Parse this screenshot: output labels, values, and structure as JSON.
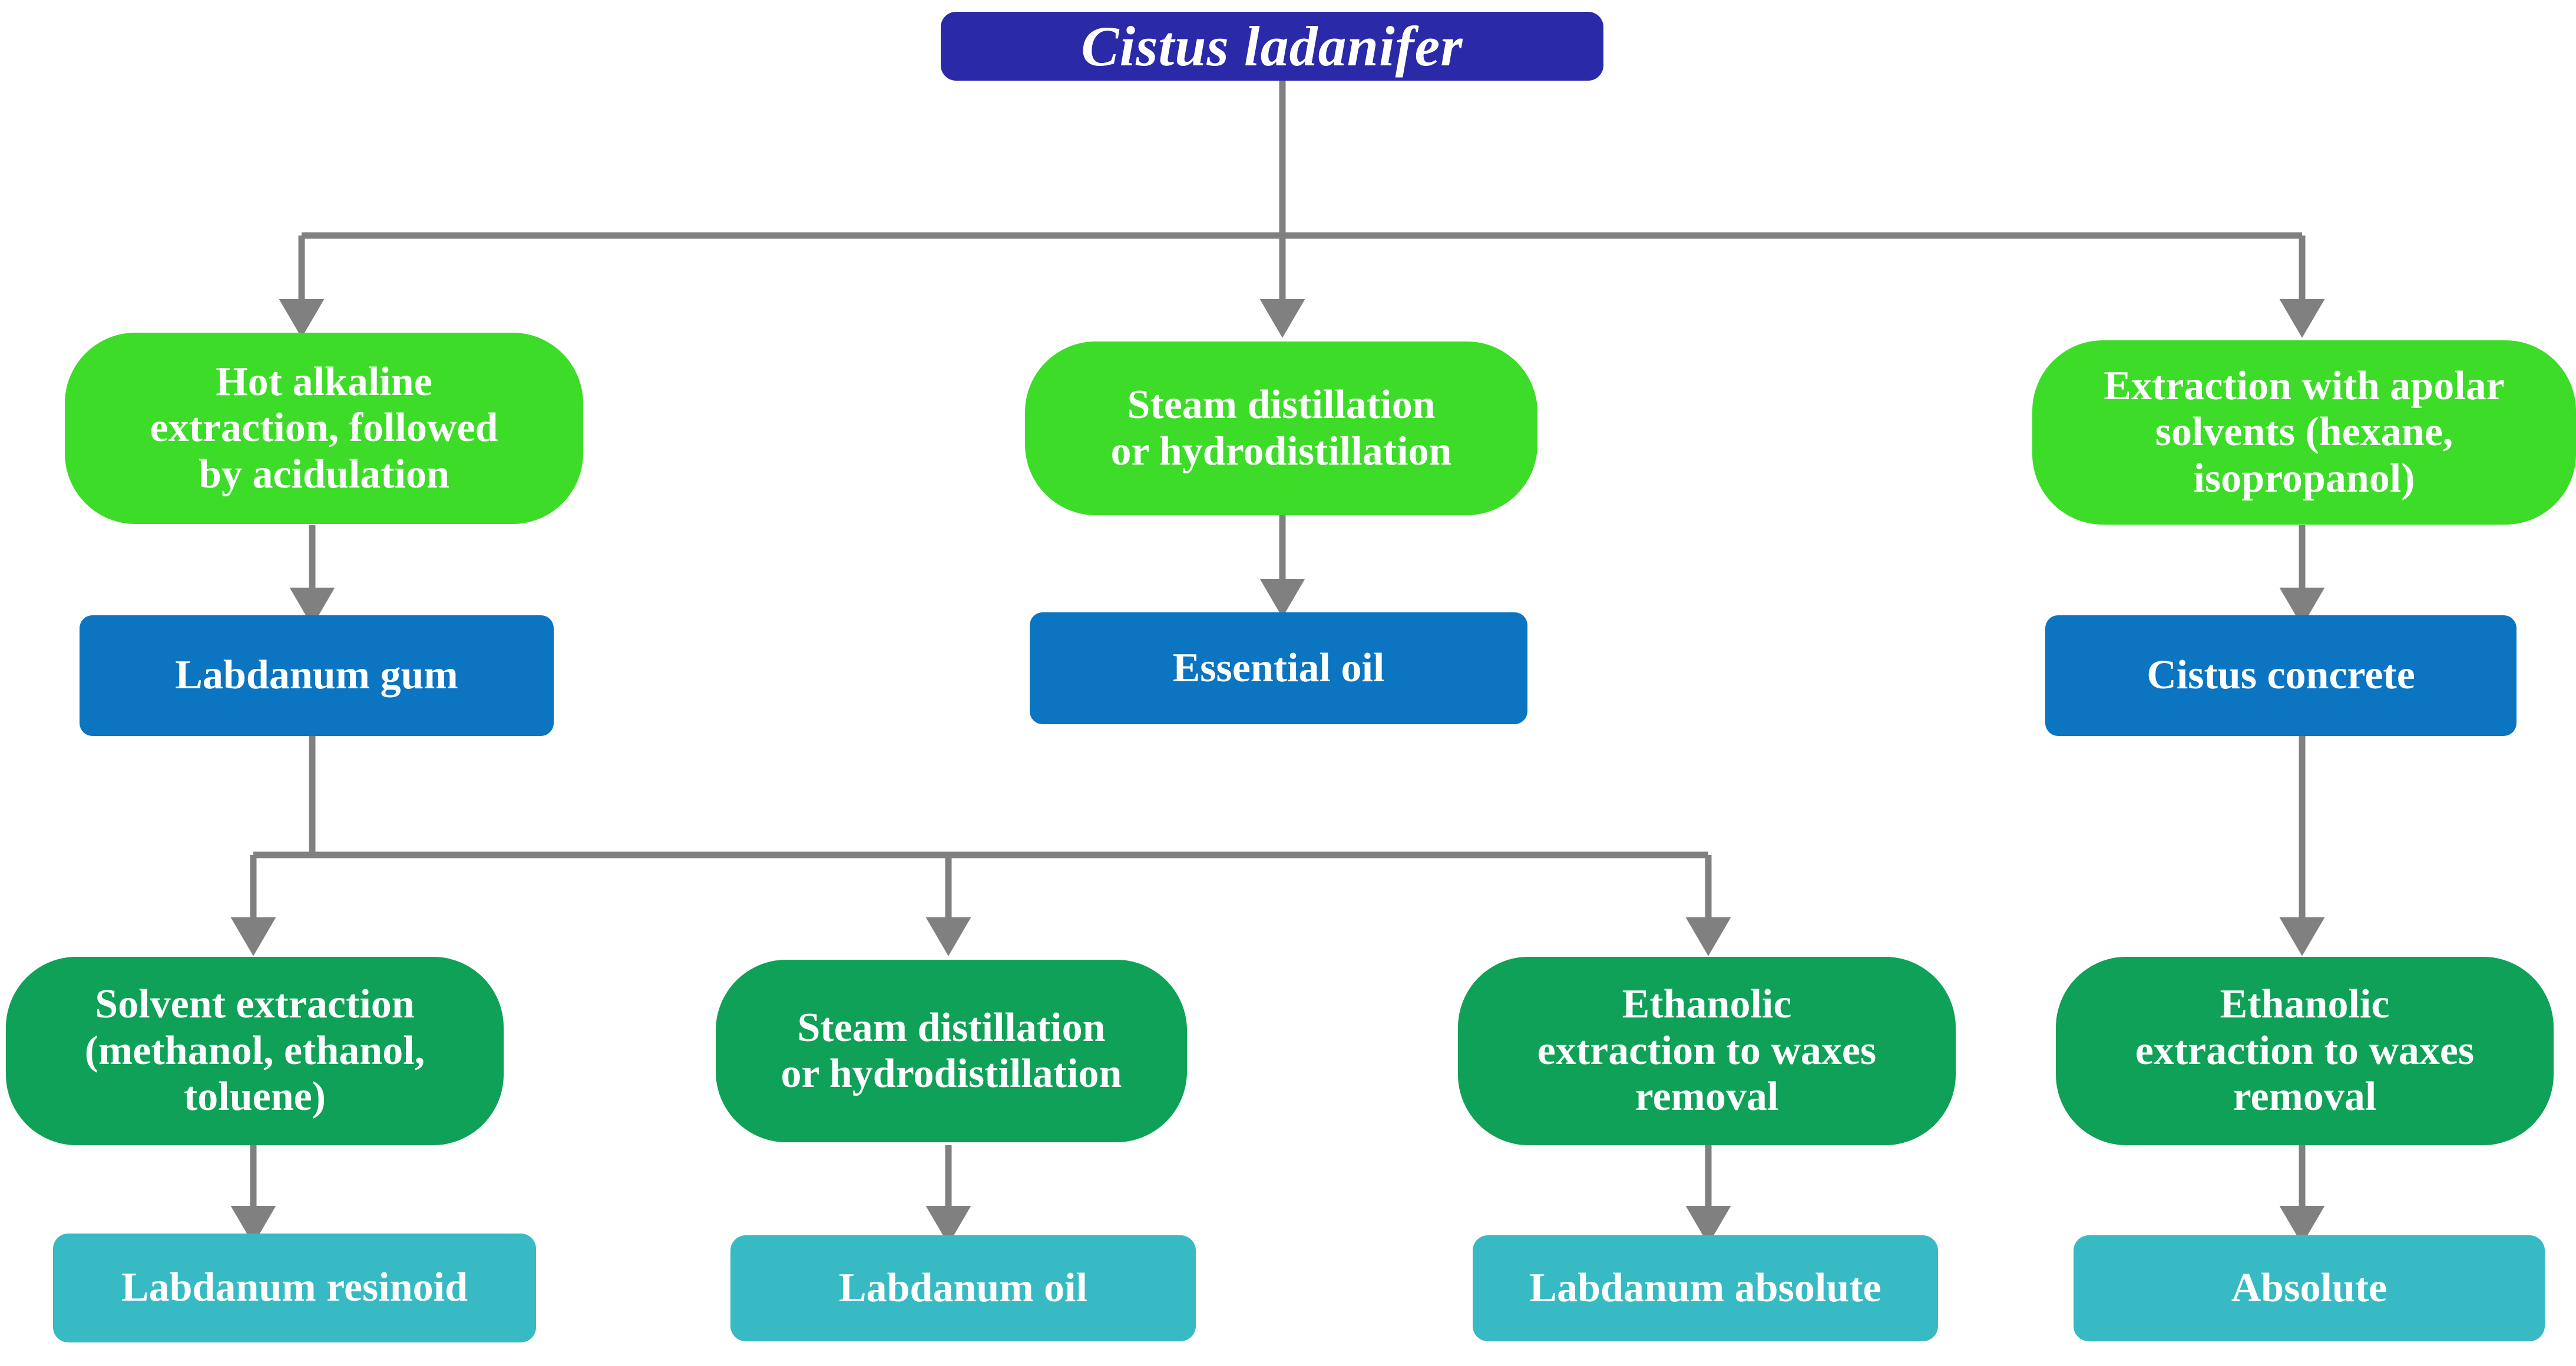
{
  "diagram": {
    "title": "Cistus ladanifer extraction routes flowchart",
    "background_color": "#ffffff",
    "connector_color": "#808080",
    "palette": {
      "root": "#2a2aa8",
      "method_top": "#3ddc28",
      "product_mid": "#0b75c2",
      "method_bottom": "#0fa157",
      "product_bottom": "#38bac4",
      "text": "#ffffff"
    }
  },
  "nodes": {
    "root": {
      "label": "Cistus ladanifer"
    },
    "methods_top": [
      {
        "label": "Hot alkaline\nextraction, followed\nby acidulation"
      },
      {
        "label": "Steam distillation\nor hydrodistillation"
      },
      {
        "label": "Extraction with apolar\nsolvents (hexane,\nisopropanol)"
      }
    ],
    "products_mid": [
      {
        "label": "Labdanum gum"
      },
      {
        "label": "Essential oil"
      },
      {
        "label": "Cistus concrete"
      }
    ],
    "methods_bottom": [
      {
        "label": "Solvent extraction\n(methanol, ethanol,\ntoluene)"
      },
      {
        "label": "Steam distillation\nor hydrodistillation"
      },
      {
        "label": "Ethanolic\nextraction to waxes\nremoval"
      },
      {
        "label": "Ethanolic\nextraction to waxes\nremoval"
      }
    ],
    "products_bottom": [
      {
        "label": "Labdanum  resinoid"
      },
      {
        "label": "Labdanum  oil"
      },
      {
        "label": "Labdanum absolute"
      },
      {
        "label": "Absolute"
      }
    ]
  }
}
